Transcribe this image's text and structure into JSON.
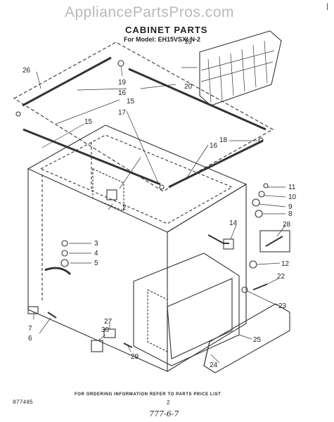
{
  "watermark": "AppliancePartsPros.com",
  "title": "CABINET PARTS",
  "subtitle": "For Model: EH15VSXLN-2",
  "footer_note": "FOR ORDERING INFORMATION REFER TO PARTS PRICE LIST",
  "code_left": "877495",
  "page_number": "2",
  "handwritten": "777-6-7",
  "corner_mark": "|",
  "callouts": {
    "c2": "2",
    "c3": "3",
    "c4": "4",
    "c5": "5",
    "c6": "6",
    "c7": "7",
    "c8": "8",
    "c9": "9",
    "c10": "10",
    "c11": "11",
    "c12": "12",
    "c13": "13",
    "c14": "14",
    "c15a": "15",
    "c15b": "15",
    "c16a": "16",
    "c16b": "16",
    "c17": "17",
    "c18": "18",
    "c19": "19",
    "c20": "20",
    "c22": "22",
    "c23": "23",
    "c24": "24",
    "c25": "25",
    "c26": "26",
    "c27": "27",
    "c28": "28",
    "c29": "29",
    "c30": "30"
  }
}
